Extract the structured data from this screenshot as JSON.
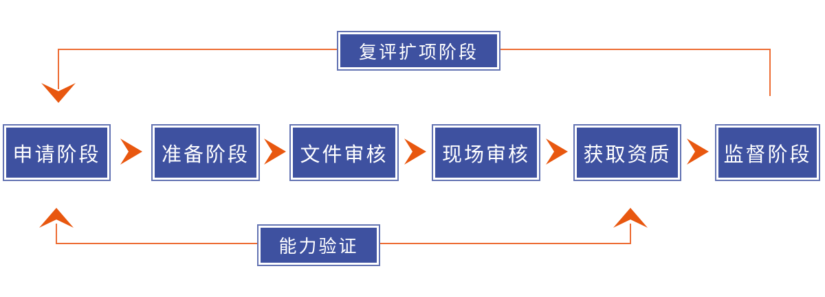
{
  "diagram": {
    "stages": [
      {
        "label": "申请阶段"
      },
      {
        "label": "准备阶段"
      },
      {
        "label": "文件审核"
      },
      {
        "label": "现场审核"
      },
      {
        "label": "获取资质"
      },
      {
        "label": "监督阶段"
      }
    ],
    "loops": {
      "top": {
        "label": "复评扩项阶段"
      },
      "bottom": {
        "label": "能力验证"
      }
    },
    "colors": {
      "box_fill": "#3e51a0",
      "box_border": "#6272b2",
      "box_text": "#ffffff",
      "arrow_fill": "#e8570f",
      "connector_line": "#ed6c33",
      "background": "#ffffff"
    }
  }
}
